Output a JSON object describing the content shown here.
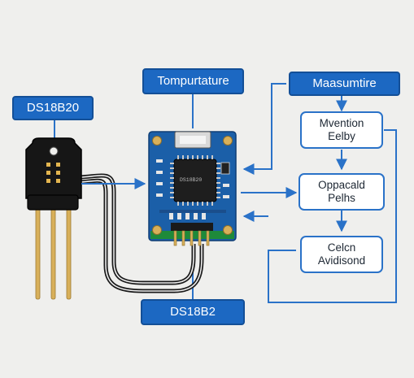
{
  "labels": {
    "sensor_tag": "DS18B20",
    "module_tag": "Tompurtature",
    "measure_tag": "Maasumtire",
    "bottom_tag": "DS18B2",
    "chip_marking": "DS18B20"
  },
  "flow_boxes": [
    "Mvention\nEelby",
    "Oppacald\nPelhs",
    "Celcn\nAvidisond"
  ],
  "colors": {
    "background": "#efefed",
    "tag_fill": "#1c68c2",
    "arrow": "#2a72c8",
    "pcb": "#1b5fa8",
    "sensor_body": "#161616",
    "pins": "#d8b05a"
  },
  "icons": [
    "sensor-probe-icon",
    "sensor-module-board-icon"
  ]
}
